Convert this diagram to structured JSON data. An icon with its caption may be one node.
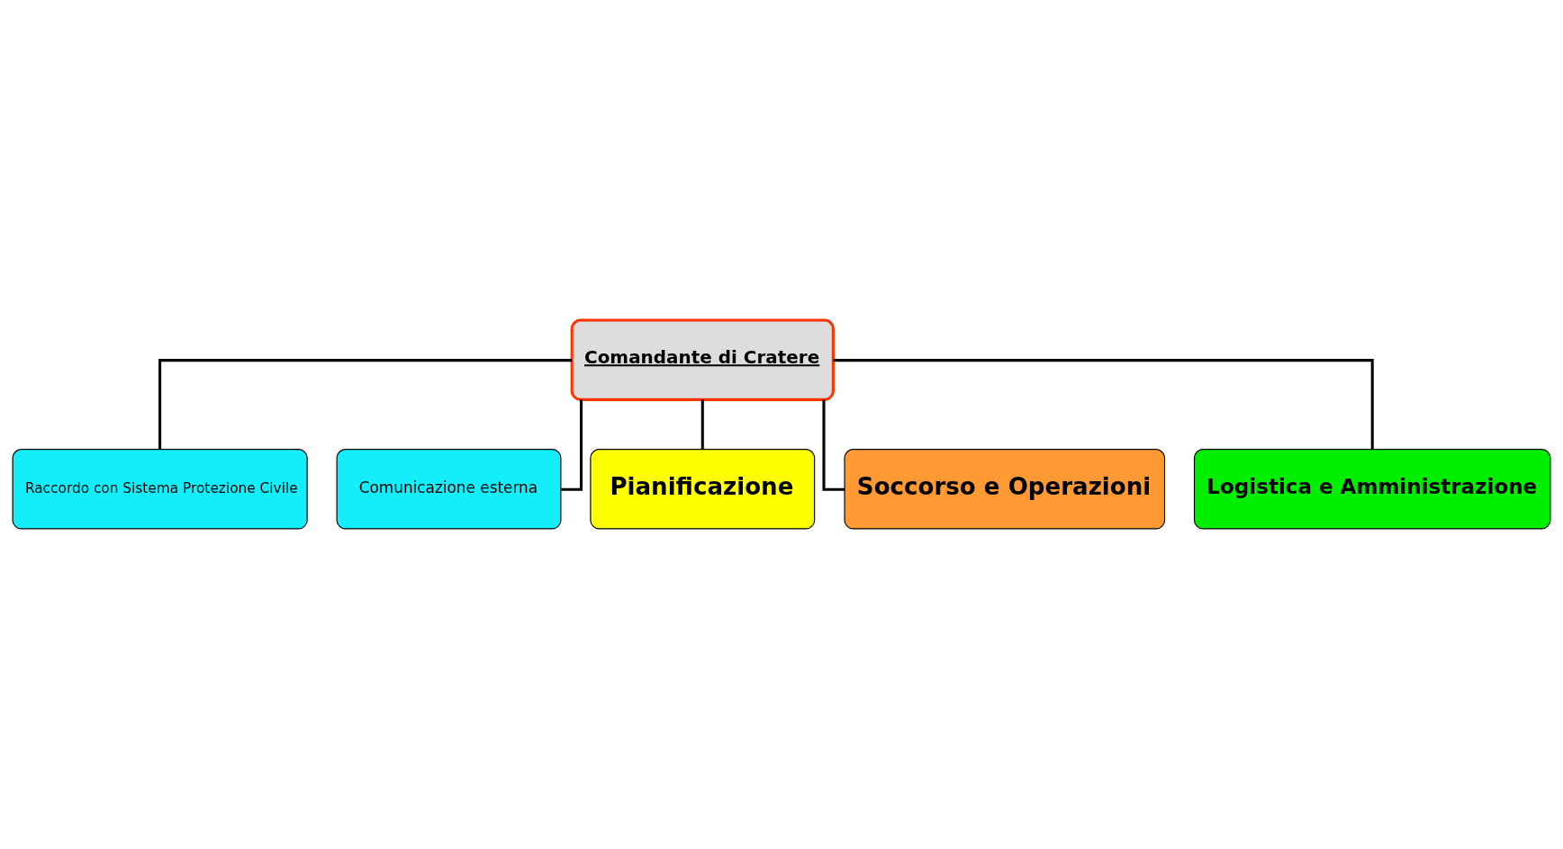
{
  "diagram": {
    "nodes": [
      {
        "text": [
          "Comandante di Cratere"
        ]
      },
      {
        "text": [
          "Raccordo con Sistema Protezione Civile"
        ]
      },
      {
        "text": [
          "Comunicazione esterna"
        ]
      },
      {
        "text": [
          "Pianificazione"
        ]
      },
      {
        "text": [
          "Soccorso e Operazioni"
        ]
      },
      {
        "text": [
          "Logistica e Amministrazione"
        ]
      }
    ],
    "edges": [
      {
        "from": 0,
        "to": 1,
        "arrow": "none"
      },
      {
        "from": 0,
        "to": 2,
        "arrow": "none"
      },
      {
        "from": 0,
        "to": 3,
        "arrow": "none"
      },
      {
        "from": 0,
        "to": 4,
        "arrow": "none"
      },
      {
        "from": 0,
        "to": 5,
        "arrow": "none"
      }
    ]
  }
}
